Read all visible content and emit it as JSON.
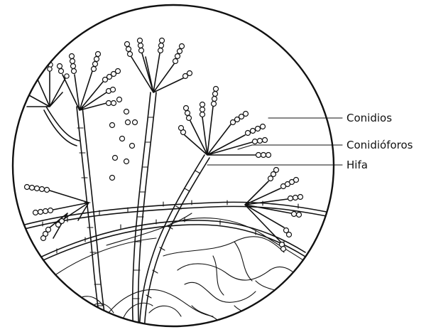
{
  "labels": {
    "conidios": "Conidios",
    "conidioforos": "Conidióforos",
    "hifa": "Hifa"
  }
}
